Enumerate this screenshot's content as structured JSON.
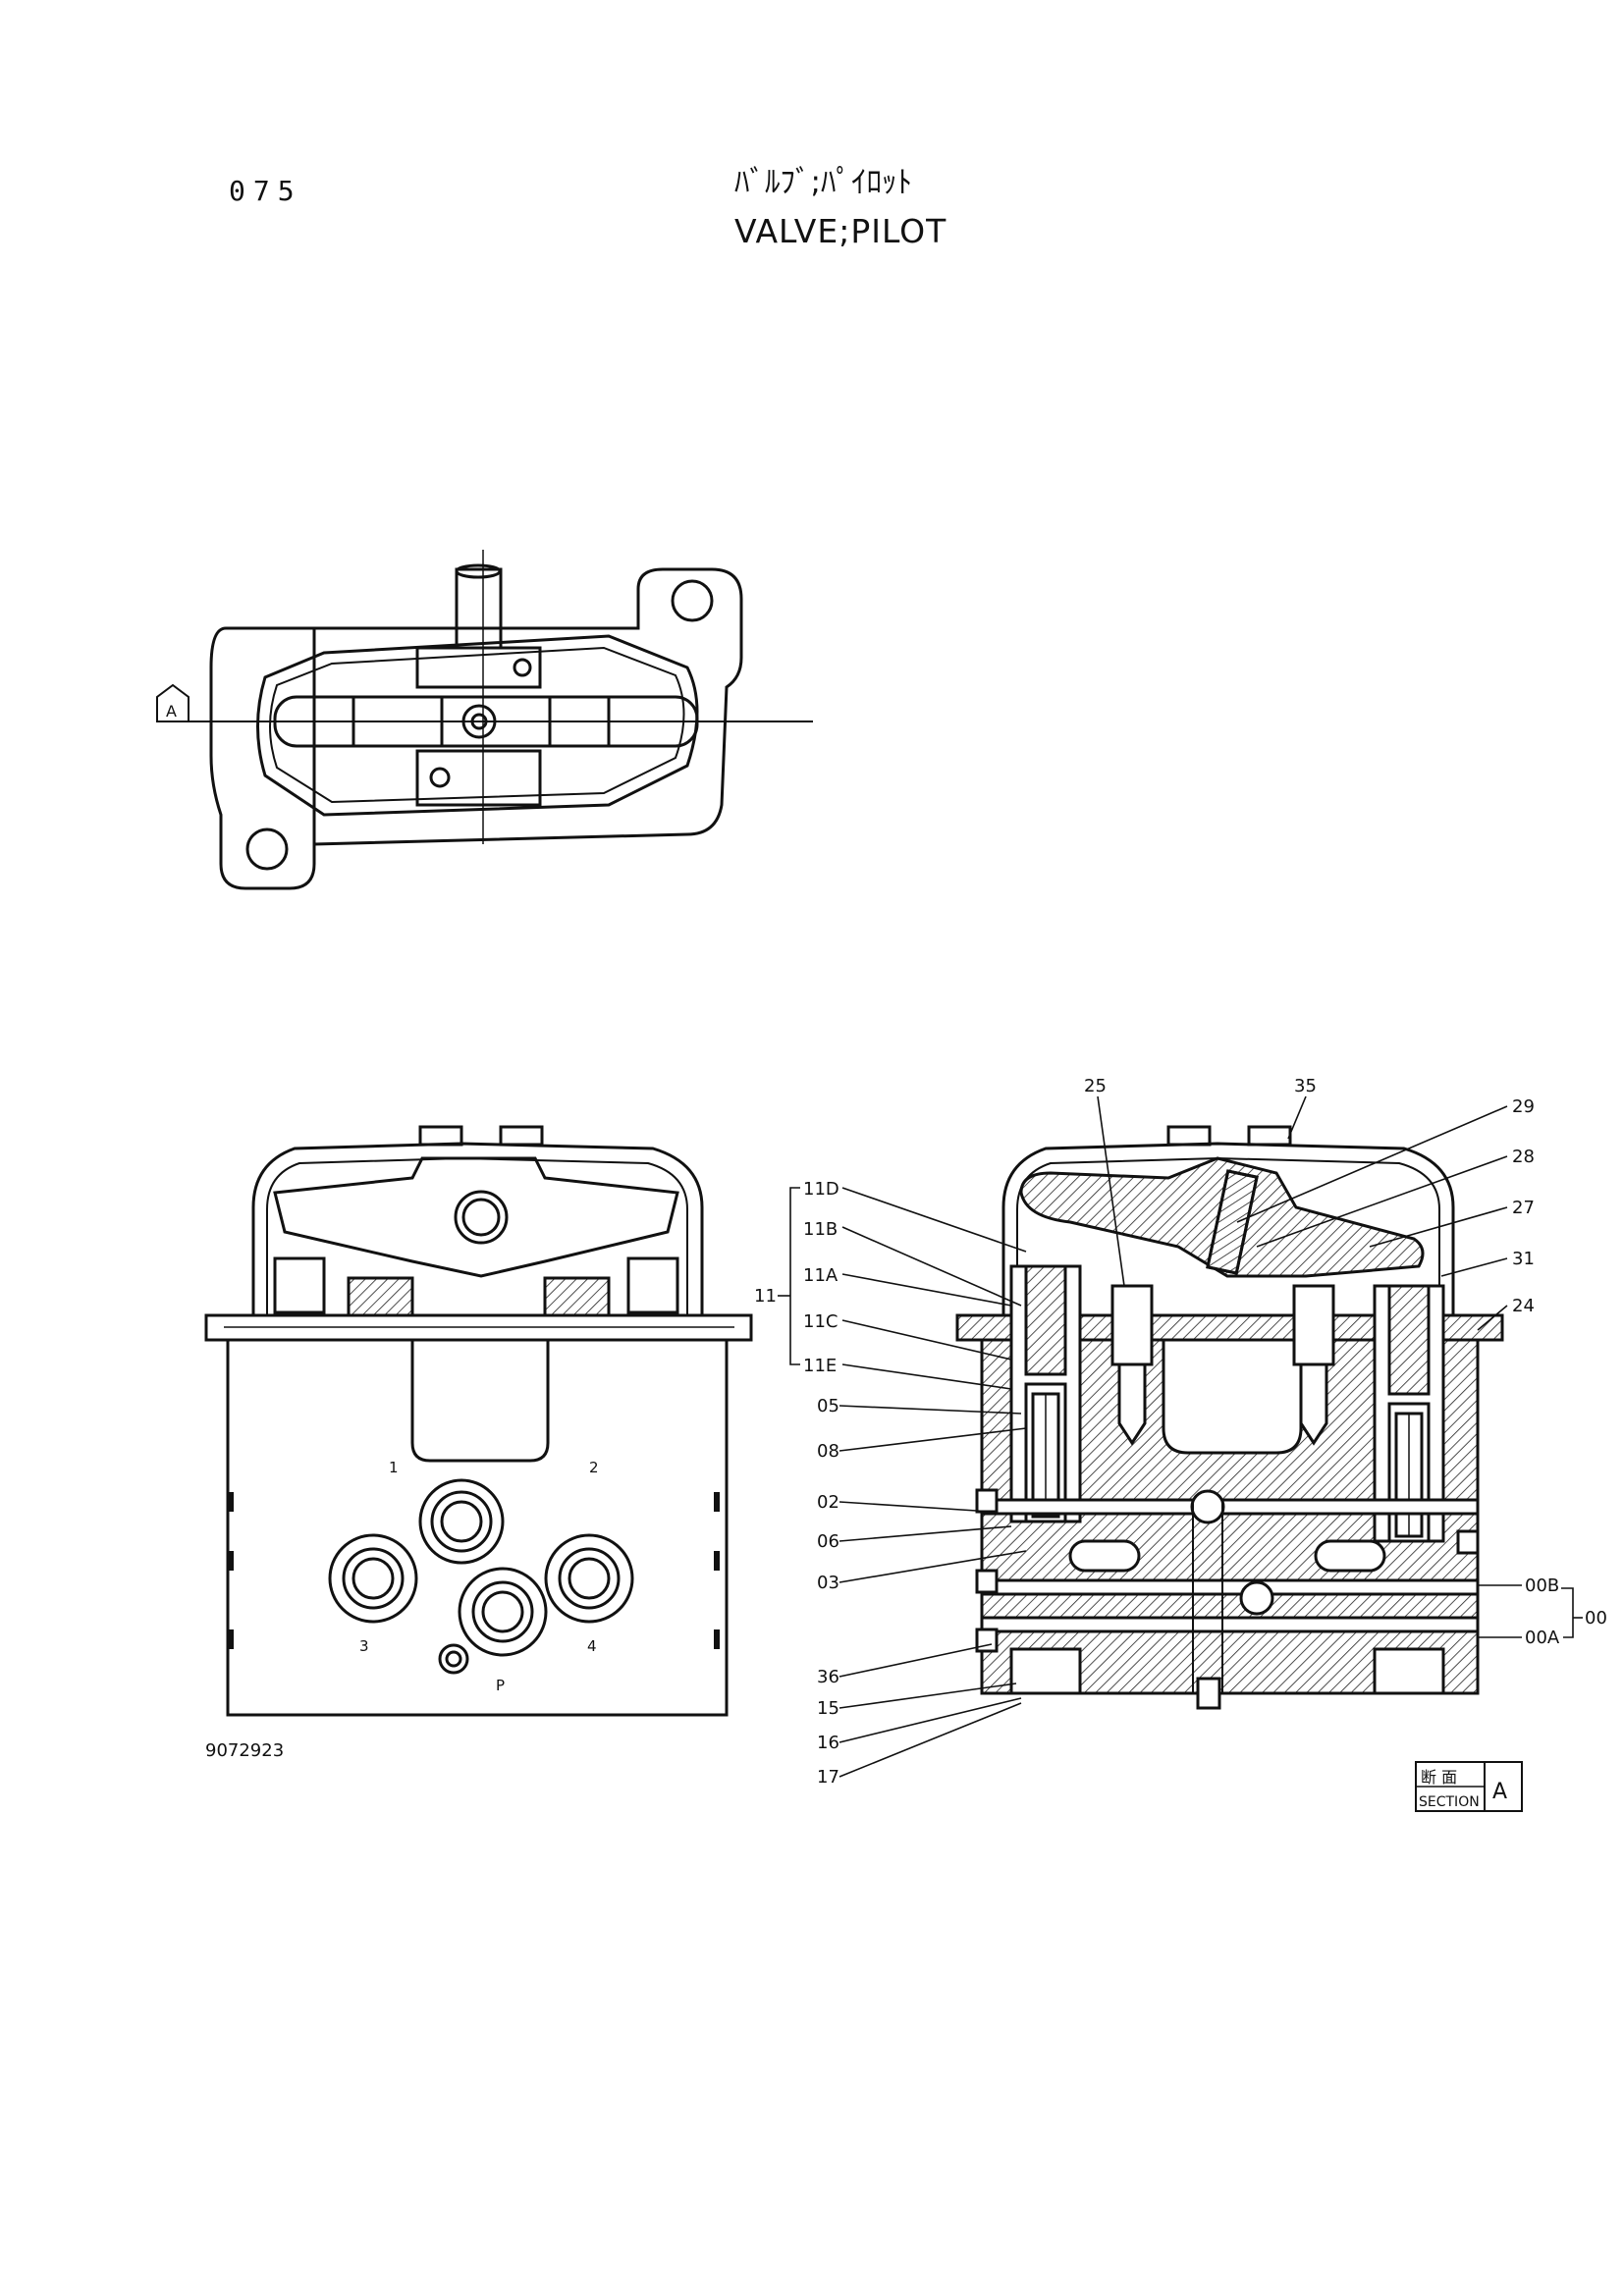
{
  "header": {
    "page_number": "075",
    "title_jp": "ﾊﾞﾙﾌﾞ;ﾊﾟｲﾛｯﾄ",
    "title_en": "VALVE;PILOT"
  },
  "drawing_number": "9072923",
  "section_marker": {
    "letter": "A"
  },
  "ports": [
    "1",
    "3",
    "4",
    "2",
    "P"
  ],
  "section_box": {
    "jp": "断 面",
    "en": "SECTION",
    "letter": "A"
  },
  "callouts_left": [
    "11D",
    "11B",
    "11A",
    "11C",
    "11E",
    "05",
    "08",
    "02",
    "06",
    "03",
    "36",
    "15",
    "16",
    "17"
  ],
  "group_11_label": "11",
  "callouts_top": [
    "25",
    "35"
  ],
  "callouts_right": [
    "29",
    "28",
    "27",
    "31",
    "24"
  ],
  "callouts_00": [
    "00B",
    "00A"
  ],
  "group_00_label": "00"
}
